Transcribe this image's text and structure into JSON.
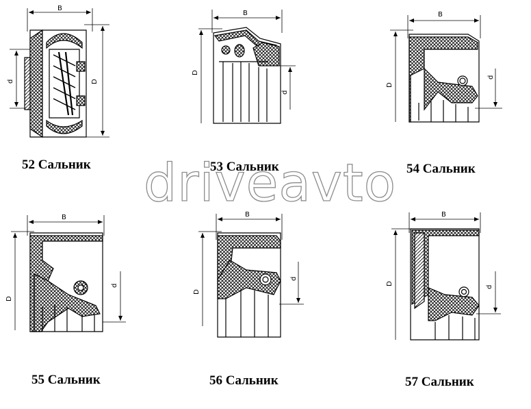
{
  "watermark": "driveavto",
  "labels": {
    "b": "B",
    "d_outer": "D",
    "d_inner": "d"
  },
  "captions": [
    {
      "num": "52",
      "text": "Сальник"
    },
    {
      "num": "53",
      "text": "Сальник"
    },
    {
      "num": "54",
      "text": "Сальник"
    },
    {
      "num": "55",
      "text": "Сальник"
    },
    {
      "num": "56",
      "text": "Сальник"
    },
    {
      "num": "57",
      "text": "Сальник"
    }
  ]
}
